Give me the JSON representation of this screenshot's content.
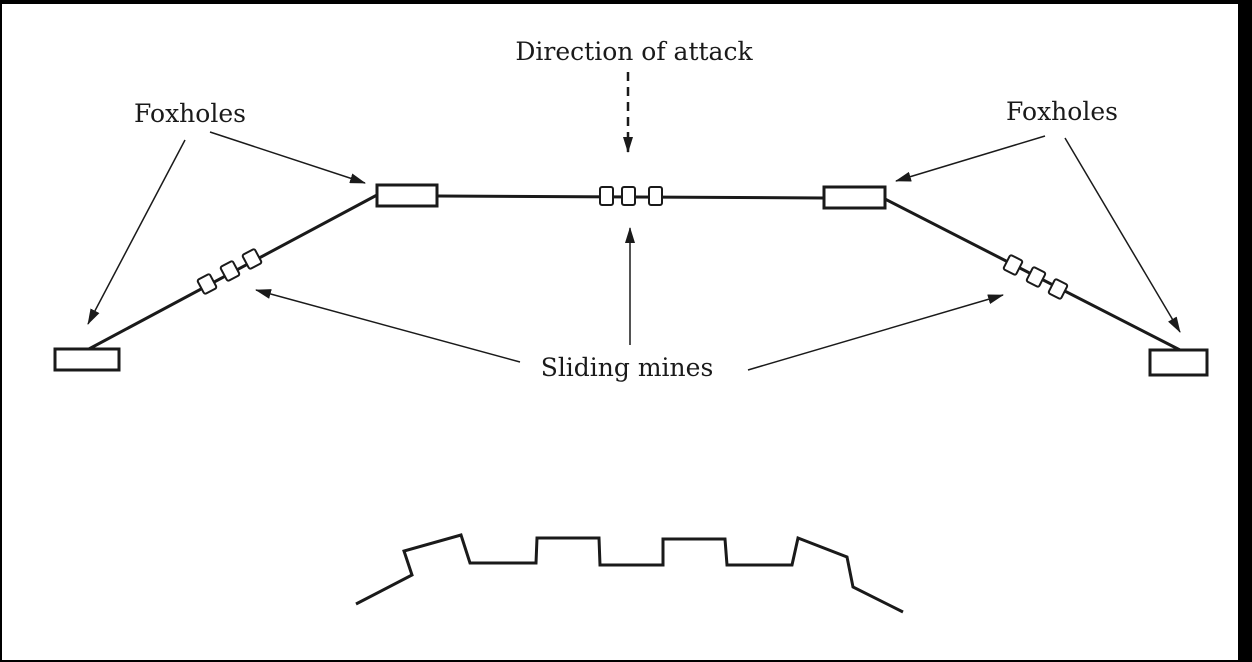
{
  "labels": {
    "direction": "Direction of attack",
    "foxholes_left": "Foxholes",
    "foxholes_right": "Foxholes",
    "sliding_mines": "Sliding mines"
  },
  "colors": {
    "ink": "#1a1a1a",
    "paper": "#ffffff",
    "frame": "#000000"
  }
}
